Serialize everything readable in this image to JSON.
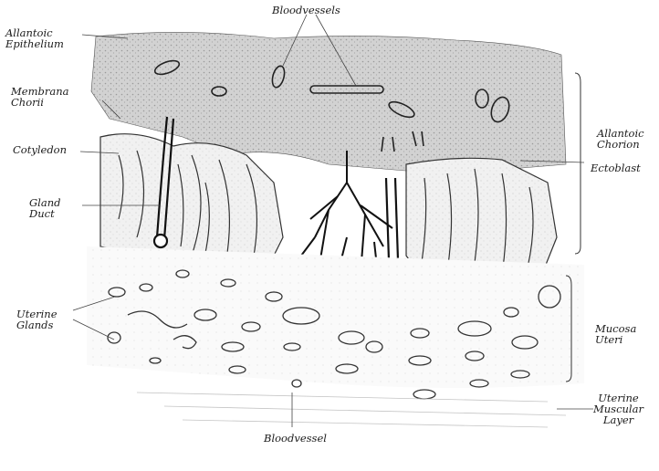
{
  "labels": {
    "allantoic_epithelium": [
      "Allantoic",
      "Epithelium"
    ],
    "membrana_chorii": [
      "Membrana",
      "Chorii"
    ],
    "cotyledon": "Cotyledon",
    "gland_duct": [
      "Gland",
      "Duct"
    ],
    "uterine_glands": [
      "Uterine",
      "Glands"
    ],
    "bloodvessels_top": "Bloodvessels",
    "allantoic_chorion": [
      "Allantoic",
      "Chorion"
    ],
    "ectoblast": "Ectoblast",
    "mucosa_uteri": [
      "Mucosa",
      "Uteri"
    ],
    "uterine_muscular_layer": [
      "Uterine",
      "Muscular",
      "Layer"
    ],
    "bloodvessel_bottom": "Bloodvessel"
  },
  "colors": {
    "ink": "#1a1a1a",
    "tissue_dark": "#b9b9b9",
    "tissue_mid": "#d6d6d6",
    "tissue_light": "#ececec"
  }
}
